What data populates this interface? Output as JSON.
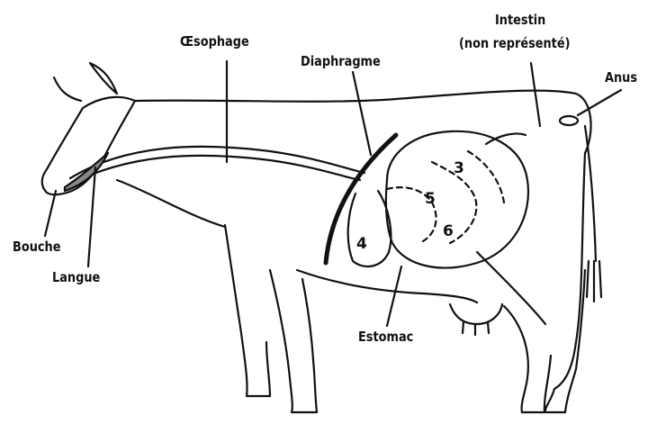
{
  "diagram": {
    "labels": {
      "oesophage": "Œsophage",
      "diaphragme": "Diaphragme",
      "intestin_line1": "Intestin",
      "intestin_line2": "(non représenté)",
      "anus": "Anus",
      "bouche": "Bouche",
      "langue": "Langue",
      "estomac": "Estomac"
    },
    "stomach_compartments": [
      "3",
      "5",
      "6",
      "4"
    ]
  }
}
